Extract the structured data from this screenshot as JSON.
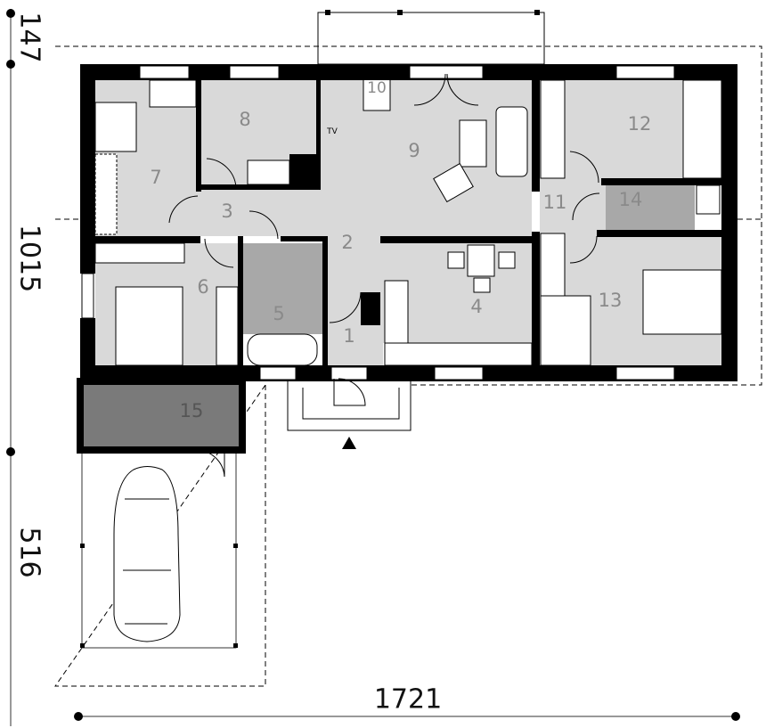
{
  "plan": {
    "colors": {
      "wall": "#000000",
      "room": "#d9d9d9",
      "wet_room": "#a8a8a8",
      "storage": "#7a7a7a"
    },
    "rooms": [
      {
        "id": "1",
        "label": "1"
      },
      {
        "id": "2",
        "label": "2"
      },
      {
        "id": "3",
        "label": "3"
      },
      {
        "id": "4",
        "label": "4"
      },
      {
        "id": "5",
        "label": "5"
      },
      {
        "id": "6",
        "label": "6"
      },
      {
        "id": "7",
        "label": "7"
      },
      {
        "id": "8",
        "label": "8"
      },
      {
        "id": "9",
        "label": "9"
      },
      {
        "id": "10",
        "label": "10"
      },
      {
        "id": "11",
        "label": "11"
      },
      {
        "id": "12",
        "label": "12"
      },
      {
        "id": "13",
        "label": "13"
      },
      {
        "id": "14",
        "label": "14"
      },
      {
        "id": "15",
        "label": "15"
      }
    ],
    "tv_label": "TV",
    "dimensions": {
      "bottom": "1721",
      "left_top": "147",
      "left_middle": "1015",
      "left_bottom": "516"
    }
  }
}
